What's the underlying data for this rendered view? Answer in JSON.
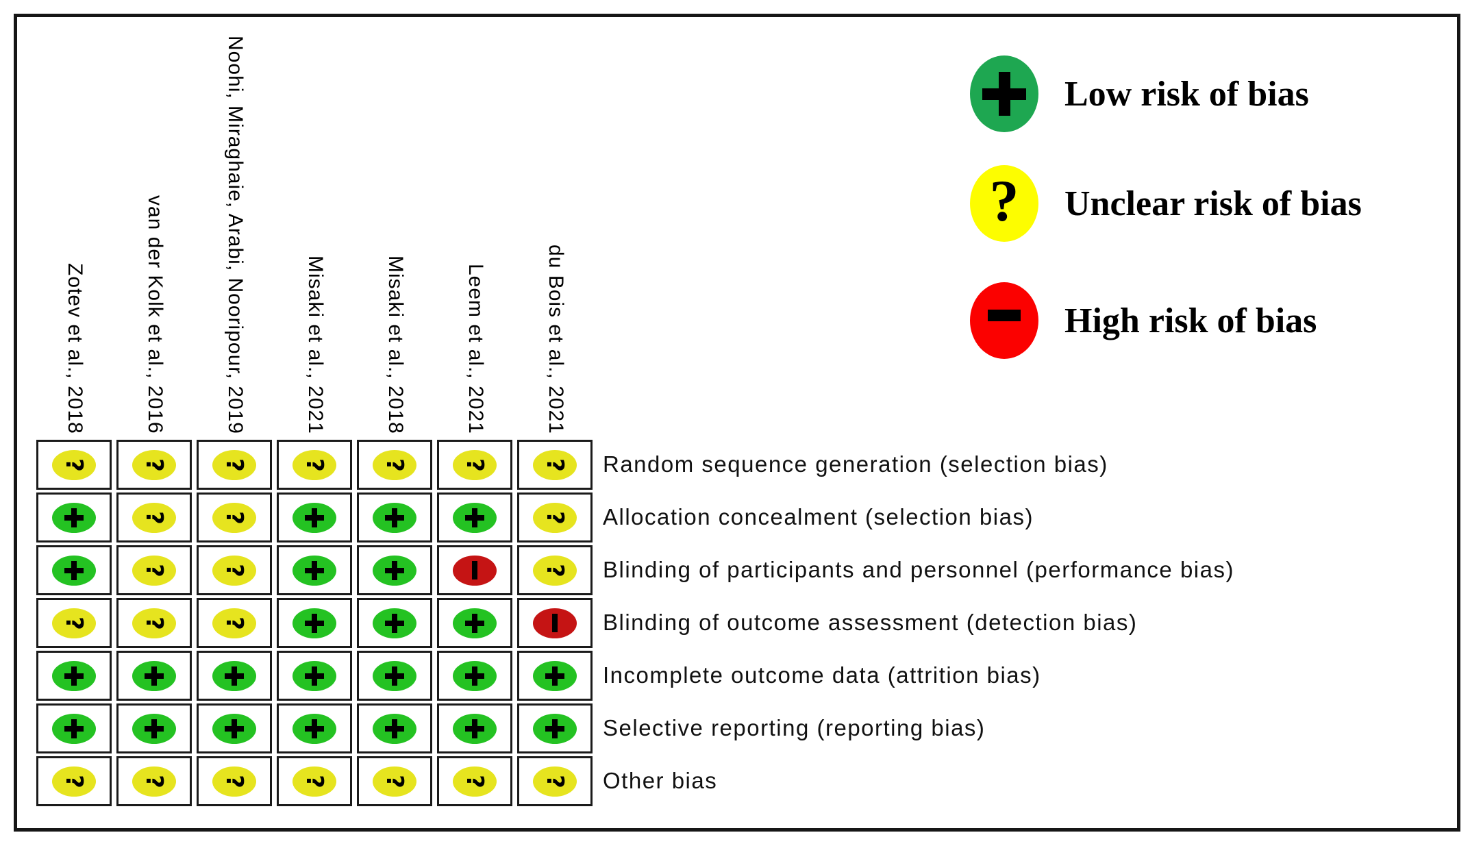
{
  "legend": {
    "items": [
      {
        "key": "low",
        "symbol": "+",
        "label": "Low risk of bias",
        "color": "#1ea751"
      },
      {
        "key": "unclear",
        "symbol": "?",
        "label": "Unclear risk of bias",
        "color": "#fdfd00"
      },
      {
        "key": "high",
        "symbol": "-",
        "label": "High risk of bias",
        "color": "#fb0100"
      }
    ]
  },
  "cell_colors": {
    "+": "#24c222",
    "?": "#e6e41f",
    "-": "#c51414"
  },
  "chart_data": {
    "type": "heatmap",
    "title": "",
    "x": [
      "Zotev et al., 2018",
      "van der Kolk et al., 2016",
      "Noohi, Miraghaie, Arabi, Nooripour, 2019",
      "Misaki et al., 2021",
      "Misaki et al., 2018",
      "Leem et al., 2021",
      "du Bois et al., 2021"
    ],
    "y": [
      "Random sequence generation (selection bias)",
      "Allocation concealment (selection bias)",
      "Blinding of participants and personnel (performance bias)",
      "Blinding of outcome assessment (detection bias)",
      "Incomplete outcome data (attrition bias)",
      "Selective reporting (reporting bias)",
      "Other bias"
    ],
    "values": [
      [
        "?",
        "?",
        "?",
        "?",
        "?",
        "?",
        "?"
      ],
      [
        "+",
        "?",
        "?",
        "+",
        "+",
        "+",
        "?"
      ],
      [
        "+",
        "?",
        "?",
        "+",
        "+",
        "-",
        "?"
      ],
      [
        "?",
        "?",
        "?",
        "+",
        "+",
        "+",
        "-"
      ],
      [
        "+",
        "+",
        "+",
        "+",
        "+",
        "+",
        "+"
      ],
      [
        "+",
        "+",
        "+",
        "+",
        "+",
        "+",
        "+"
      ],
      [
        "?",
        "?",
        "?",
        "?",
        "?",
        "?",
        "?"
      ]
    ],
    "value_meaning": {
      "+": "Low risk of bias",
      "?": "Unclear risk of bias",
      "-": "High risk of bias"
    },
    "legend_position": "top-right",
    "grid": true
  }
}
